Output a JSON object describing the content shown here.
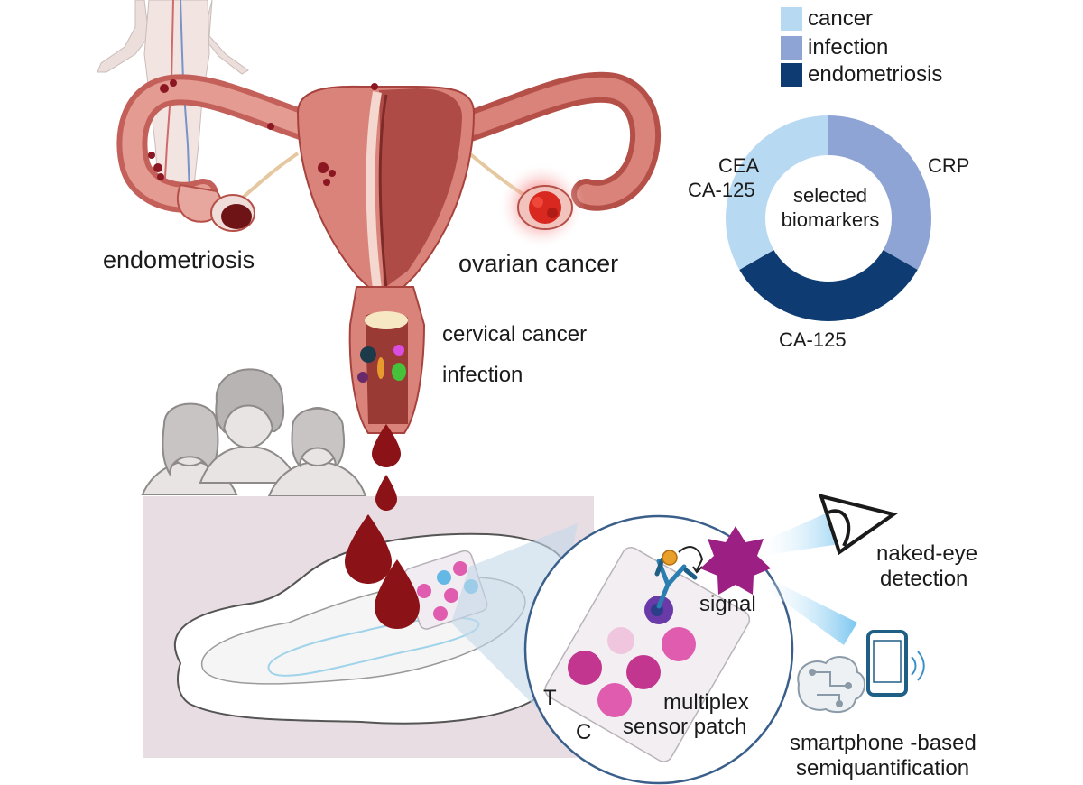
{
  "legend": [
    {
      "label": "cancer",
      "color": "#b8d9f2"
    },
    {
      "label": "infection",
      "color": "#8ea4d5"
    },
    {
      "label": "endometriosis",
      "color": "#0e3c72"
    }
  ],
  "donut": {
    "center_line1": "selected",
    "center_line2": "biomarkers",
    "segments": [
      {
        "category": "infection",
        "biomarker": "CRP",
        "color": "#8ea4d5"
      },
      {
        "category": "endometriosis",
        "biomarker": "CA-125",
        "color": "#0e3c72"
      },
      {
        "category": "cancer",
        "biomarker_line1": "CEA",
        "biomarker_line2": "CA-125",
        "color": "#b8d9f2"
      }
    ]
  },
  "labels": {
    "endometriosis": "endometriosis",
    "ovarian_cancer": "ovarian cancer",
    "cervical_cancer": "cervical cancer",
    "infection": "infection",
    "signal": "signal",
    "naked_eye_line1": "naked-eye",
    "naked_eye_line2": "detection",
    "test_mark": "T",
    "control_mark": "C",
    "patch_line1": "multiplex",
    "patch_line2": "sensor patch",
    "smartphone_line1": "smartphone -based",
    "smartphone_line2": "semiquantification"
  },
  "colors": {
    "uterus": "#d9837a",
    "uterus_dark": "#a7423d",
    "blood": "#8b1216",
    "sensor_pink": "#e05cae",
    "sensor_magenta": "#c2368f",
    "sensor_blue": "#63b8e6",
    "star": "#9c1f83",
    "pad_bg": "#e8dde3"
  }
}
